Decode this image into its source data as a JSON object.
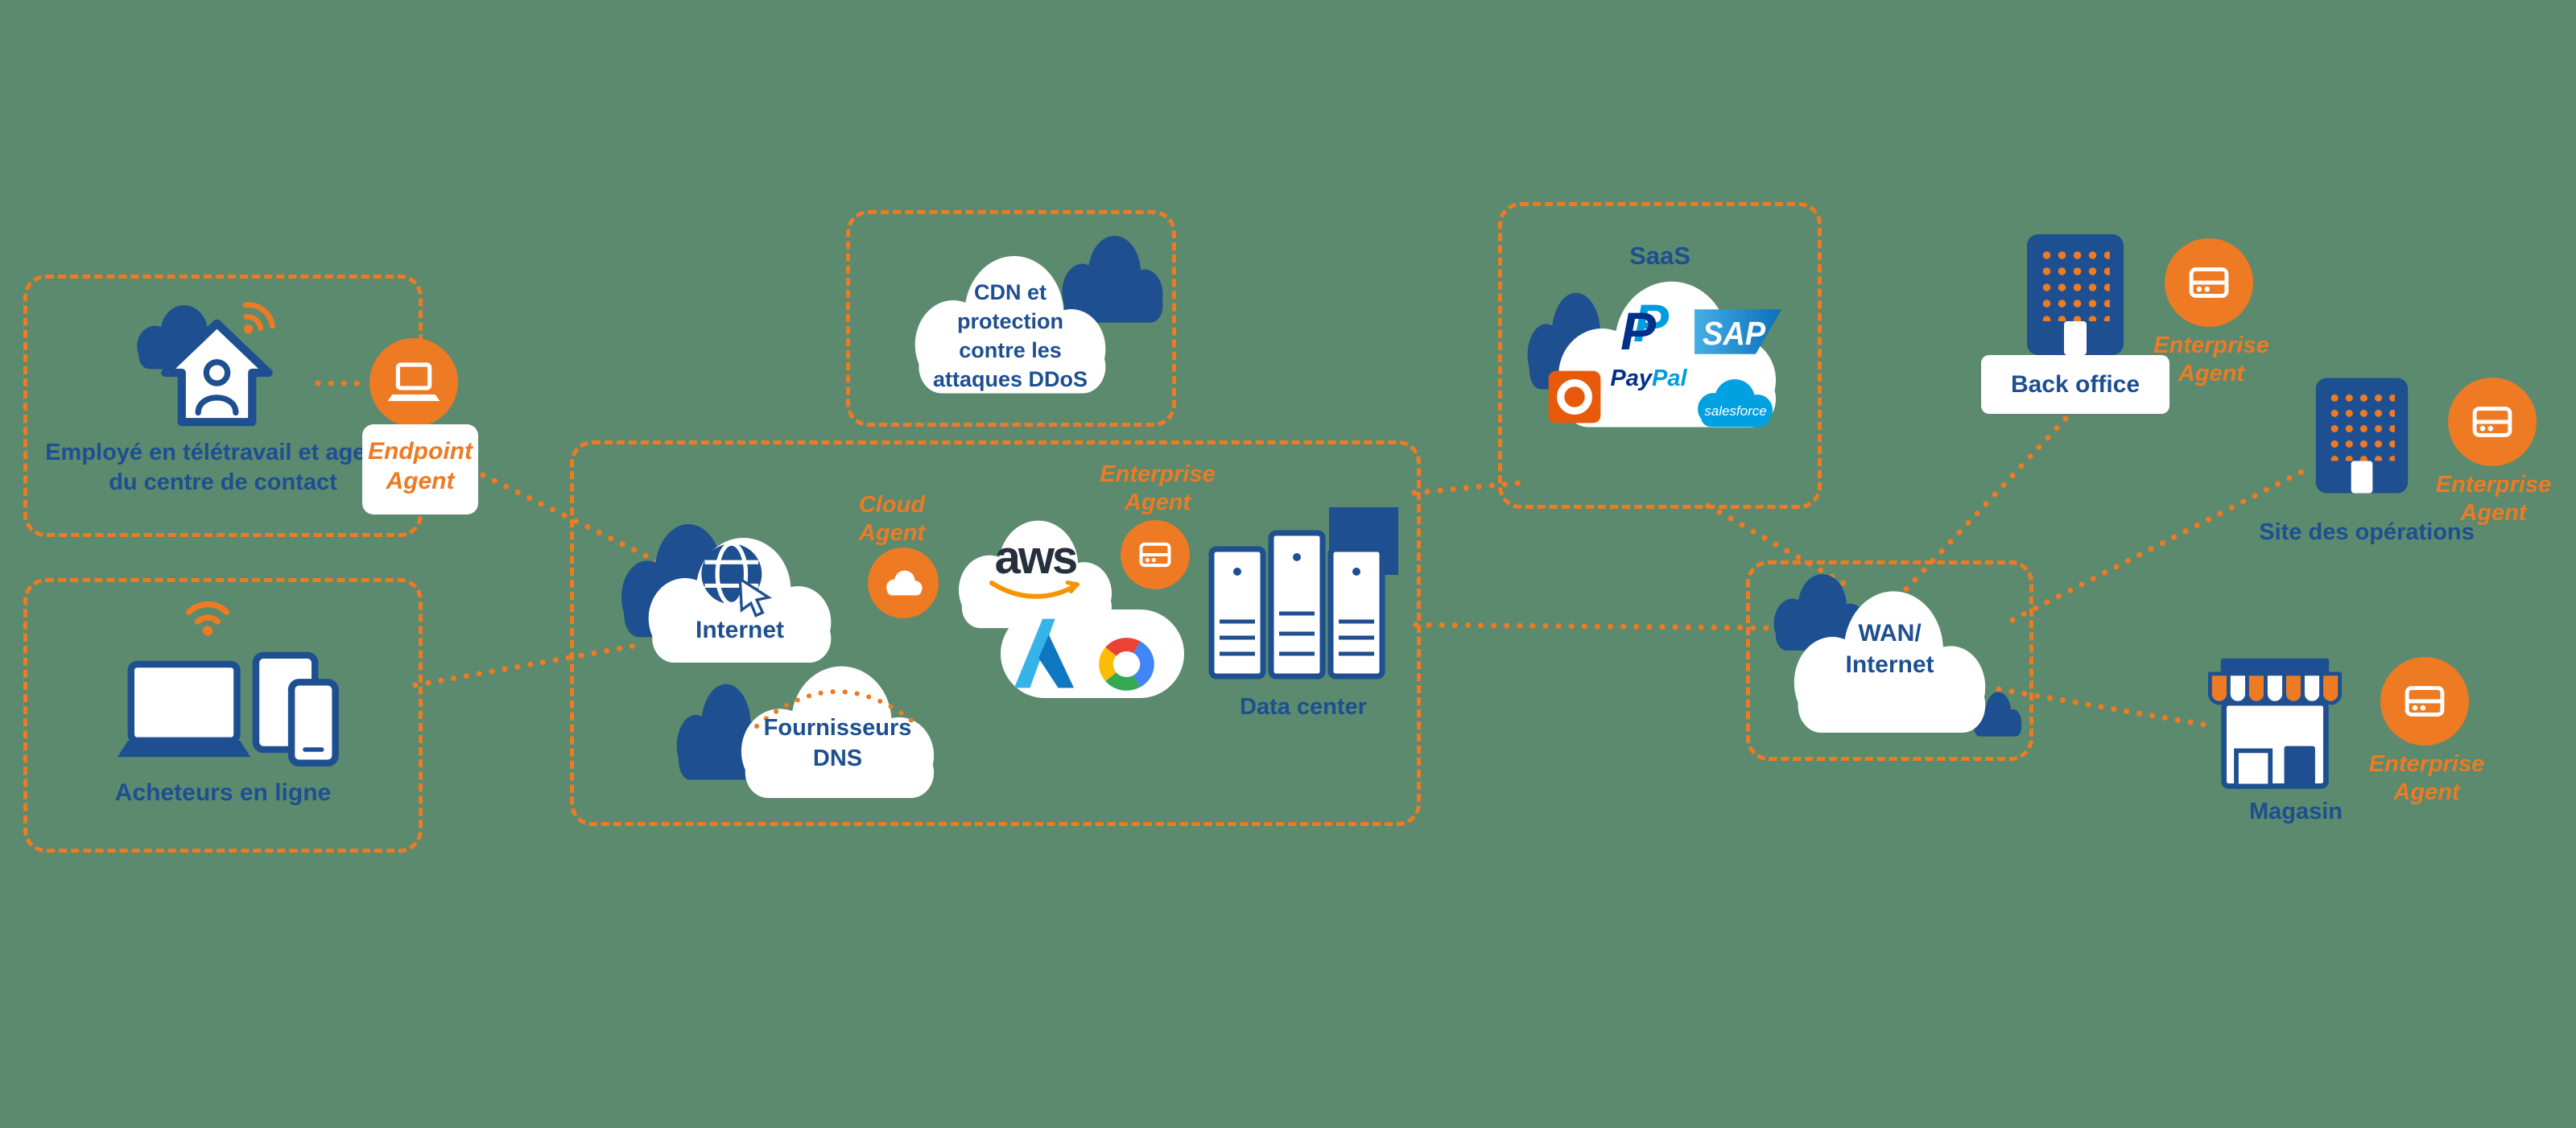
{
  "colors": {
    "background": "#5b8a6e",
    "orange": "#ee7a23",
    "navy": "#1d4f91",
    "aws_dark": "#252f3e",
    "aws_smile": "#f79400",
    "paypal_dark": "#003087",
    "paypal_light": "#009cde",
    "salesforce_blue": "#00a1e0"
  },
  "nodes": {
    "remote_employee": {
      "label": "Employé en télétravail et agents du centre de contact"
    },
    "endpoint_agent": {
      "line1": "Endpoint",
      "line2": "Agent"
    },
    "online_shoppers": {
      "label": "Acheteurs en ligne"
    },
    "internet": {
      "label": "Internet"
    },
    "cloud_agent": {
      "line1": "Cloud",
      "line2": "Agent"
    },
    "enterprise_agent": {
      "line1": "Enterprise",
      "line2": "Agent"
    },
    "aws": {
      "label": "aws"
    },
    "dns_providers": {
      "line1": "Fournisseurs",
      "line2": "DNS"
    },
    "data_center": {
      "label": "Data center"
    },
    "cdn": {
      "line1": "CDN et",
      "line2": "protection",
      "line3": "contre les",
      "line4": "attaques DDoS"
    },
    "saas": {
      "label": "SaaS",
      "logos": {
        "paypal_monogram": "P",
        "paypal_word_1": "Pay",
        "paypal_word_2": "Pal",
        "sap": "SAP",
        "salesforce": "salesforce"
      }
    },
    "back_office": {
      "label": "Back office"
    },
    "wan": {
      "line1": "WAN/",
      "line2": "Internet"
    },
    "operations_site": {
      "label": "Site des opérations"
    },
    "store": {
      "label": "Magasin"
    }
  }
}
